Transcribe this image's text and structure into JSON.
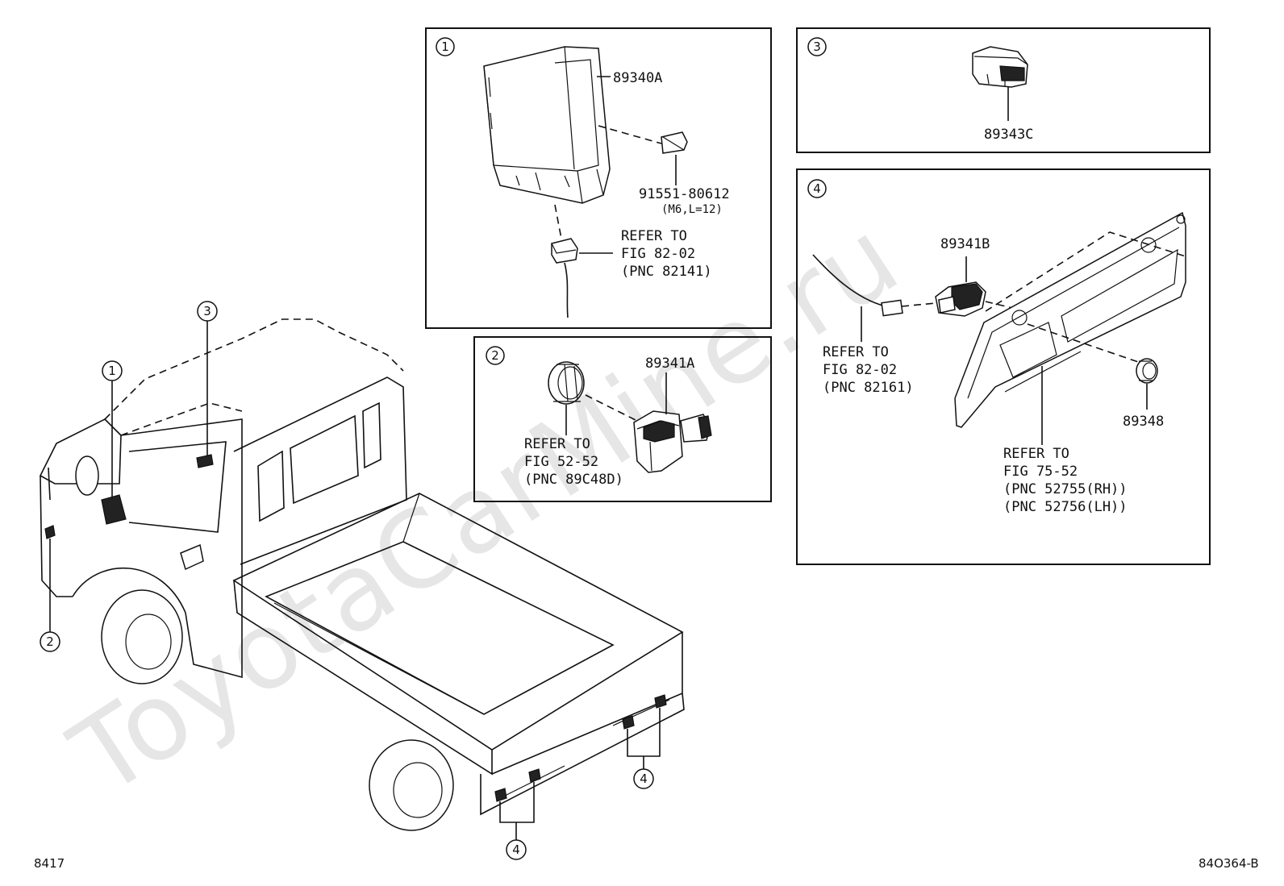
{
  "watermark": "ToyotaCarMine.ru",
  "footer": {
    "left": "8417",
    "right": "84O364-B"
  },
  "callouts": [
    "1",
    "2",
    "3",
    "4"
  ],
  "panel1": {
    "part_main": "89340A",
    "bolt": "91551-80612",
    "bolt_spec": "(M6,L=12)",
    "refer": [
      "REFER TO",
      "FIG 82-02",
      "(PNC 82141)"
    ]
  },
  "panel2": {
    "part_main": "89341A",
    "refer": [
      "REFER TO",
      "FIG 52-52",
      "(PNC 89C48D)"
    ]
  },
  "panel3": {
    "part_main": "89343C"
  },
  "panel4": {
    "part_sensor": "89341B",
    "part_ring": "89348",
    "refer_wire": [
      "REFER TO",
      "FIG 82-02",
      "(PNC 82161)"
    ],
    "refer_panel": [
      "REFER TO",
      "FIG 75-52",
      "(PNC 52755(RH))",
      "(PNC 52756(LH))"
    ]
  }
}
